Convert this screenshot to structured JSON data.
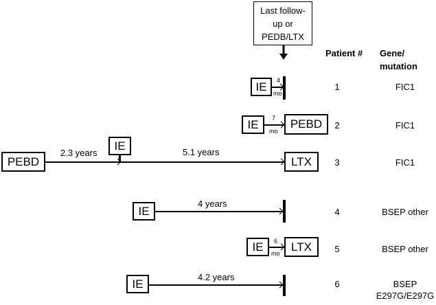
{
  "header": {
    "endpoint_box": [
      "Last follow-",
      "up or",
      "PEDB/LTX"
    ],
    "patient_col": "Patient #",
    "gene_col": [
      "Gene/",
      "mutation"
    ]
  },
  "rows": [
    {
      "patient": "1",
      "gene": [
        "FIC1"
      ],
      "events": [
        "IE"
      ],
      "interval": {
        "value": "4",
        "unit": "mo"
      },
      "end": "bar"
    },
    {
      "patient": "2",
      "gene": [
        "FIC1"
      ],
      "events": [
        "IE",
        "PEBD"
      ],
      "interval": {
        "value": "7",
        "unit": "mo"
      },
      "end": "PEBD"
    },
    {
      "patient": "3",
      "gene": [
        "FIC1"
      ],
      "events": [
        "PEBD",
        "IE",
        "LTX"
      ],
      "intervals": [
        "2.3 years",
        "5.1 years"
      ],
      "end": "LTX"
    },
    {
      "patient": "4",
      "gene": [
        "BSEP other"
      ],
      "events": [
        "IE"
      ],
      "interval": "4 years",
      "end": "bar"
    },
    {
      "patient": "5",
      "gene": [
        "BSEP other"
      ],
      "events": [
        "IE",
        "LTX"
      ],
      "interval": {
        "value": "6",
        "unit": "mo"
      },
      "end": "LTX"
    },
    {
      "patient": "6",
      "gene": [
        "BSEP",
        "E297G/E297G"
      ],
      "events": [
        "IE"
      ],
      "interval": "4.2 years",
      "end": "bar"
    }
  ]
}
